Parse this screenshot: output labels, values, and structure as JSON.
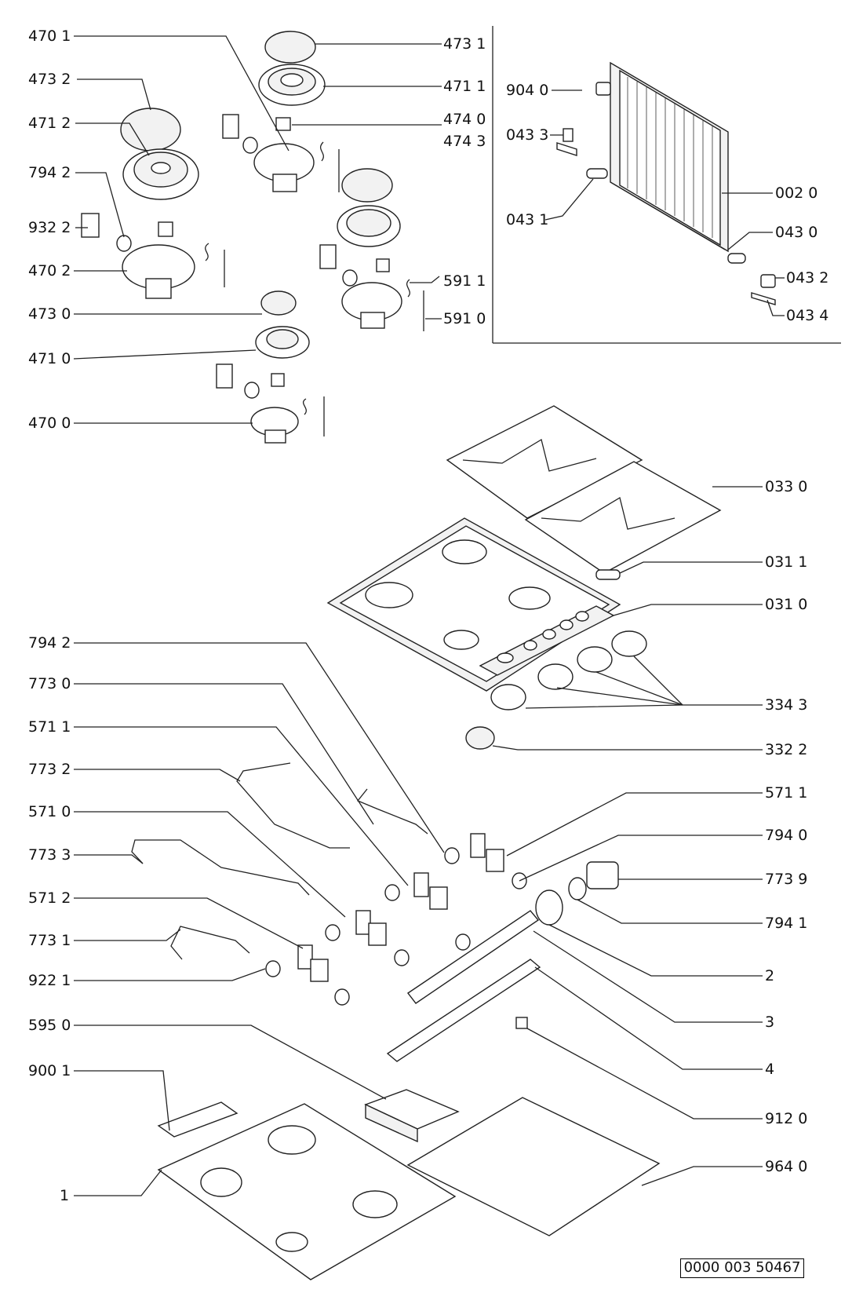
{
  "labels": {
    "l4701": "470 1",
    "l4732": "473 2",
    "l4712": "471 2",
    "l7942a": "794 2",
    "l9322": "932 2",
    "l4702": "470 2",
    "l4730": "473 0",
    "l4710": "471 0",
    "l4700": "470 0",
    "l4731": "473 1",
    "l4711": "471 1",
    "l4740": "474 0",
    "l4743": "474 3",
    "l5911": "591 1",
    "l5910": "591 0",
    "l9040": "904 0",
    "l0433": "043 3",
    "l0431": "043 1",
    "l0020": "002 0",
    "l0430": "043 0",
    "l0432": "043 2",
    "l0434": "043 4",
    "l0330": "033 0",
    "l0311": "031 1",
    "l0310": "031 0",
    "l3343": "334 3",
    "l3322": "332 2",
    "l5711r": "571 1",
    "l7940": "794 0",
    "l7739": "773 9",
    "l7941": "794 1",
    "l2": "2",
    "l3": "3",
    "l4": "4",
    "l9120": "912 0",
    "l9640": "964 0",
    "l7942b": "794 2",
    "l7730": "773 0",
    "l5711l": "571 1",
    "l7732": "773 2",
    "l5710": "571 0",
    "l7733": "773 3",
    "l5712": "571 2",
    "l7731": "773 1",
    "l9221": "922 1",
    "l5950": "595 0",
    "l9001": "900 1",
    "l1": "1"
  },
  "document_number": "0000 003 50467"
}
